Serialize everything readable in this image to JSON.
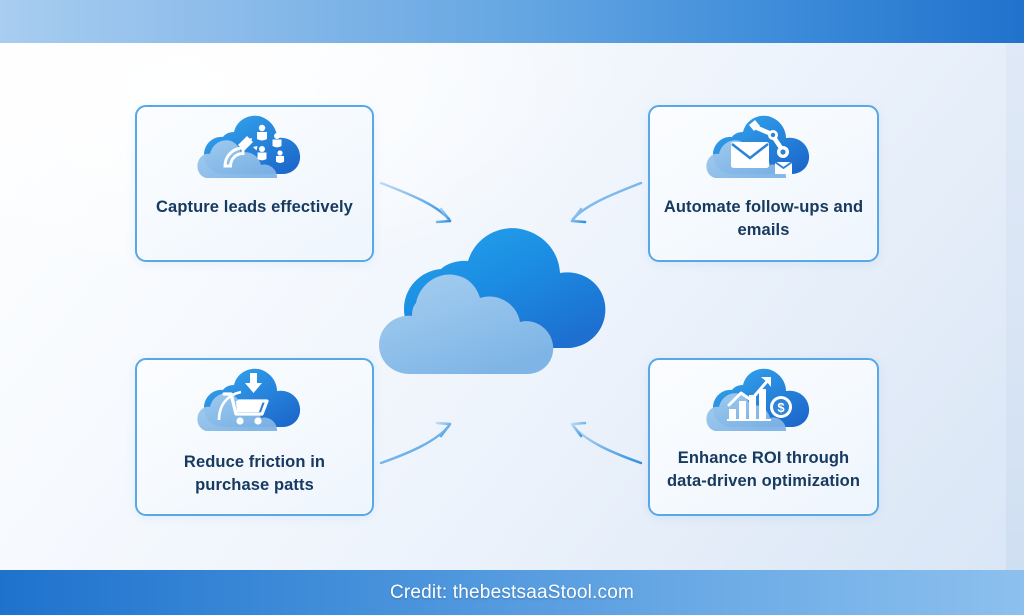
{
  "diagram": {
    "center": {
      "icon": "cloud-icon",
      "label": ""
    },
    "cards": [
      {
        "id": "capture-leads",
        "icon": "magnet-leads-cloud-icon",
        "label": "Capture leads effectively"
      },
      {
        "id": "automate-emails",
        "icon": "robot-arm-envelope-cloud-icon",
        "label": "Automate follow-ups and emails"
      },
      {
        "id": "reduce-friction",
        "icon": "shopping-cart-cloud-icon",
        "label": "Reduce friction in purchase patts"
      },
      {
        "id": "enhance-roi",
        "icon": "growth-chart-dollar-cloud-icon",
        "label": "Enhance ROI through data-driven optimization"
      }
    ],
    "arrows": [
      {
        "id": "arrow-top-left-to-center",
        "direction": "inward"
      },
      {
        "id": "arrow-top-right-to-center",
        "direction": "inward"
      },
      {
        "id": "arrow-bottom-left-to-center",
        "direction": "inward"
      },
      {
        "id": "arrow-bottom-right-to-center",
        "direction": "inward"
      }
    ]
  },
  "footer": {
    "credit": "Credit: thebestsaaStool.com"
  },
  "colors": {
    "accent": "#2f8fe0",
    "cloud_dark": "#1a8ae0",
    "cloud_light": "#93c4ec",
    "card_border": "#57a8e8",
    "text": "#173a60",
    "band_start": "#a8cdf0",
    "band_end": "#2072cc"
  }
}
